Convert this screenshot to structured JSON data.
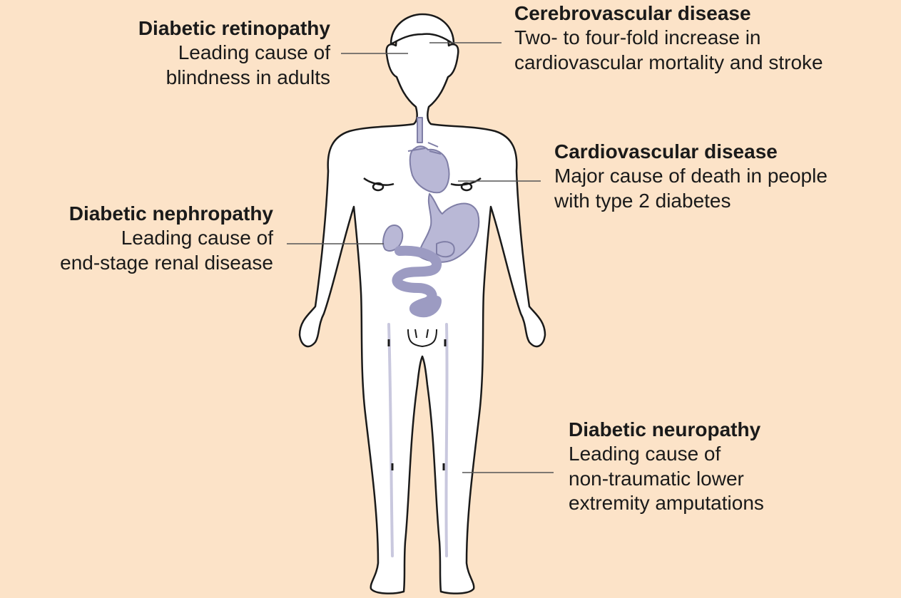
{
  "callouts": {
    "retinopathy": {
      "title": "Diabetic retinopathy",
      "lines": [
        "Leading cause of",
        "blindness in adults"
      ]
    },
    "cerebrovascular": {
      "title": "Cerebrovascular disease",
      "lines": [
        "Two- to four-fold increase in",
        "cardiovascular mortality and stroke"
      ]
    },
    "cardiovascular": {
      "title": "Cardiovascular disease",
      "lines": [
        "Major cause of death in people",
        "with type 2 diabetes"
      ]
    },
    "nephropathy": {
      "title": "Diabetic nephropathy",
      "lines": [
        "Leading cause of",
        "end-stage renal disease"
      ]
    },
    "neuropathy": {
      "title": "Diabetic neuropathy",
      "lines": [
        "Leading cause of",
        "non-traumatic lower",
        "extremity amputations"
      ]
    }
  },
  "colors": {
    "background": "#fce3c8",
    "body_fill": "#ffffff",
    "outline": "#1a1a1a",
    "organ_fill": "#b9b8d6",
    "organ_stroke": "#7f7ea6",
    "leader_line": "#555555"
  }
}
